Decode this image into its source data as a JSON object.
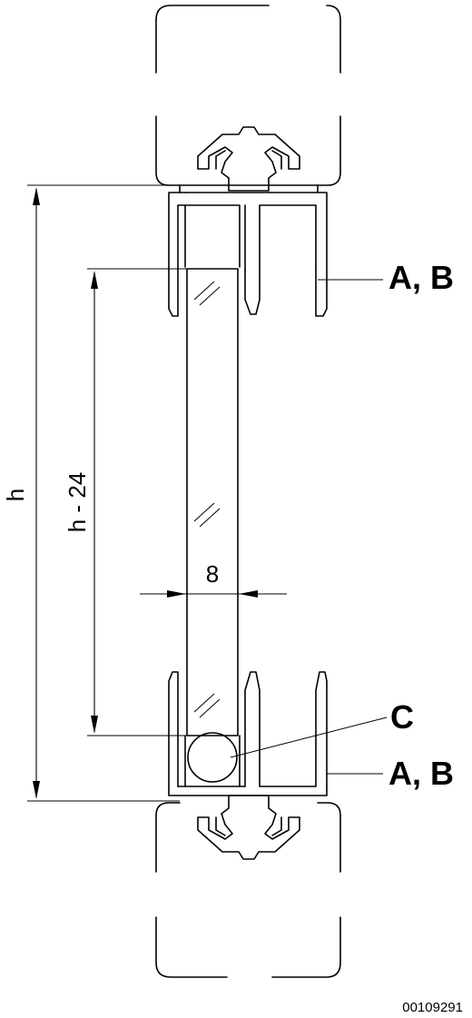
{
  "labels": {
    "callout_top": "A, B",
    "callout_bottom": "A, B",
    "callout_gasket": "C",
    "dim_total_height": "h",
    "dim_glass_height": "h - 24",
    "dim_glass_thickness": "8",
    "drawing_number": "00109291"
  }
}
